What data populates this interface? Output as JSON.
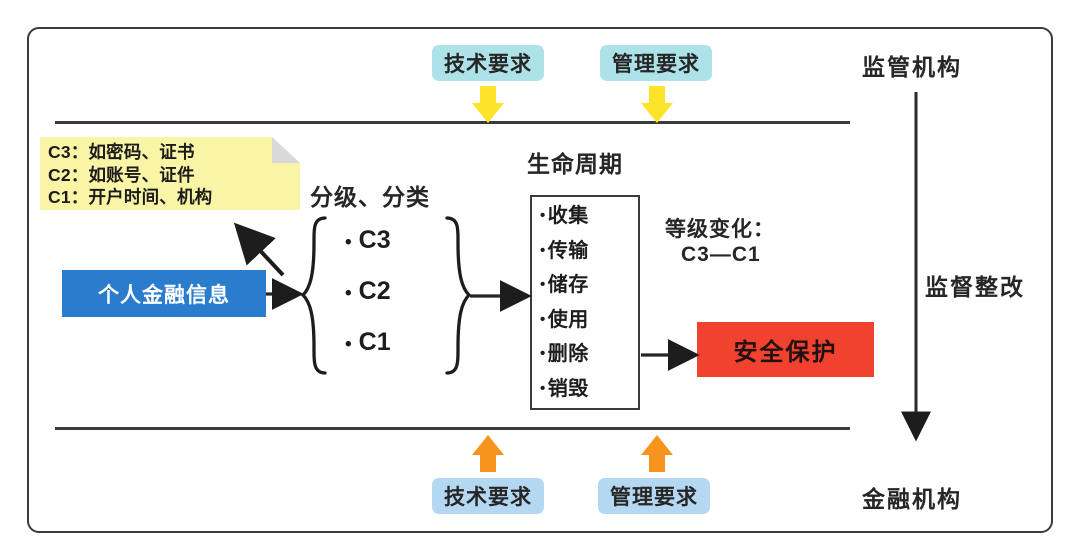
{
  "diagram": {
    "title_regulator": "监管机构",
    "title_institution": "金融机构",
    "supervise_label": "监督整改",
    "classify_title": "分级、分类",
    "lifecycle_title": "生命周期",
    "level_change_label": "等级变化：",
    "level_change_value": "C3—C1",
    "source_box": "个人金融信息",
    "protect_box": "安全保护",
    "note_lines": [
      "C3：如密码、证书",
      "C2：如账号、证件",
      "C1：开户时间、机构"
    ],
    "class_levels": [
      "C3",
      "C2",
      "C1"
    ],
    "lifecycle_items": [
      "收集",
      "传输",
      "储存",
      "使用",
      "删除",
      "销毁"
    ],
    "badges": {
      "tech_top": "技术要求",
      "mgmt_top": "管理要求",
      "tech_bottom": "技术要求",
      "mgmt_bottom": "管理要求"
    },
    "bullet": "•",
    "colors": {
      "badge_top": "#aee2e9",
      "badge_bottom": "#b4d7f2",
      "arrow_down": "#fde428",
      "arrow_up": "#f7941e",
      "source_box": "#2a7ccc",
      "protect_box": "#f0422f",
      "note": "#f9f4a6",
      "line": "#3b3b3b"
    }
  }
}
